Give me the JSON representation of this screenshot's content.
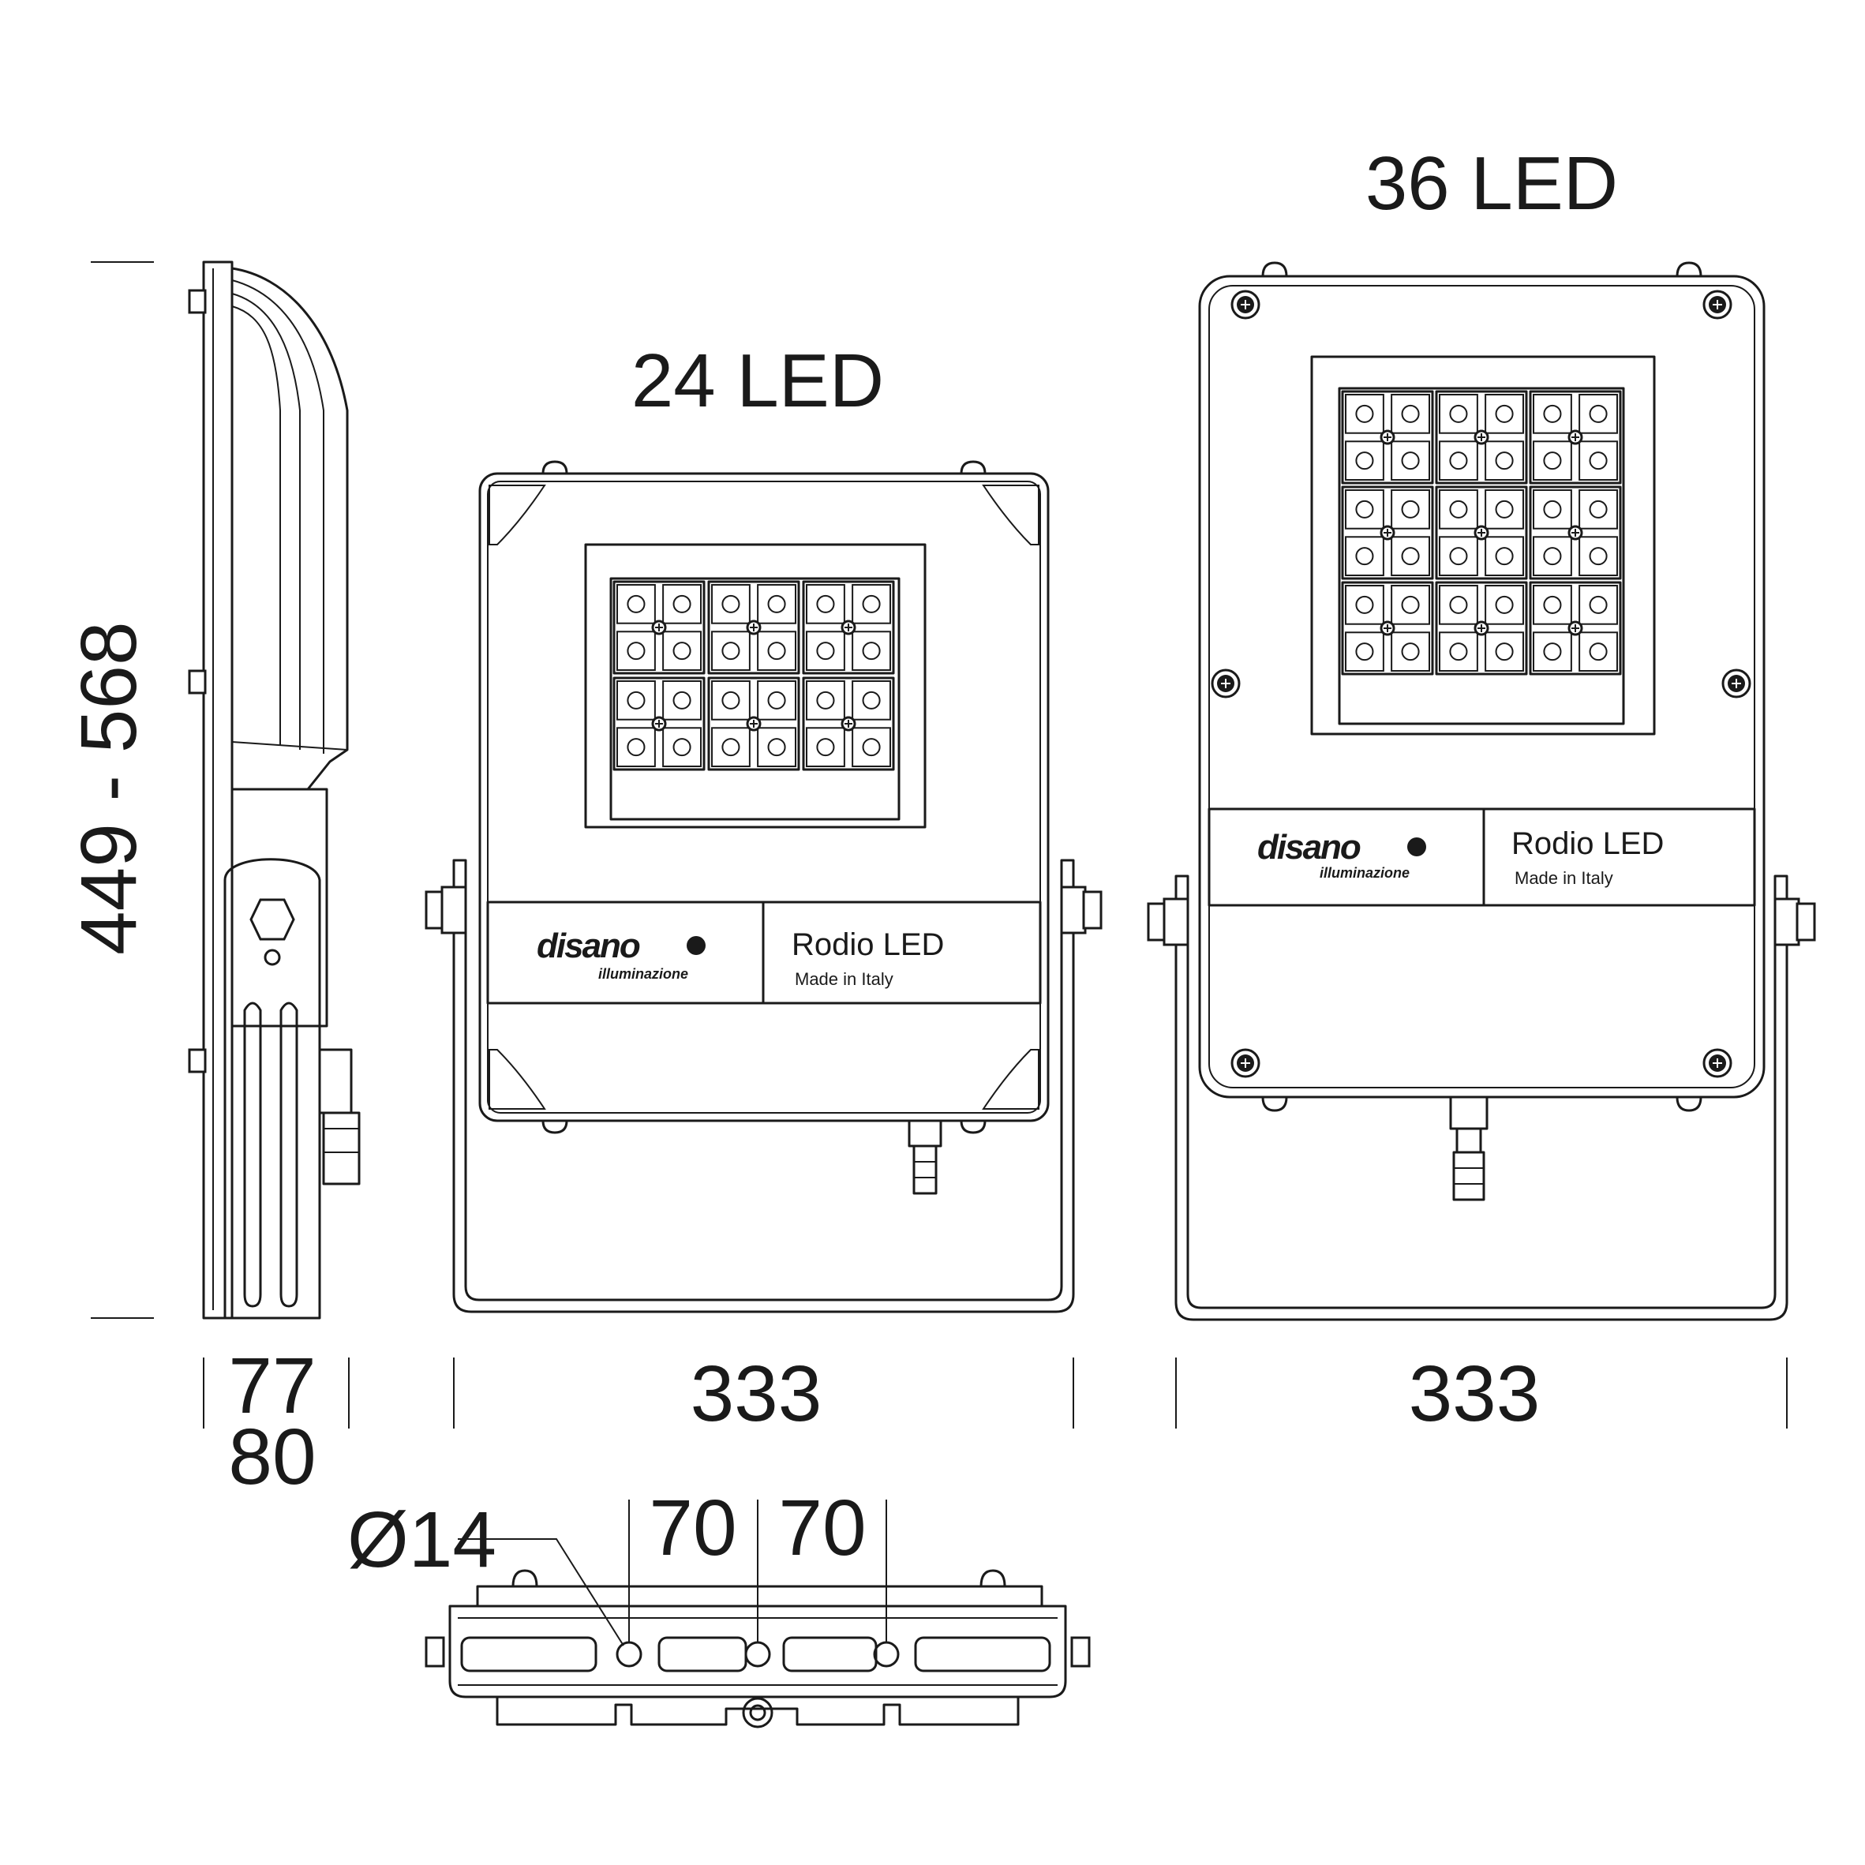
{
  "titles": {
    "led24": "24 LED",
    "led36": "36 LED"
  },
  "dimensions": {
    "height": "449 - 568",
    "depth_min": "77",
    "depth_max": "80",
    "width_24": "333",
    "width_36": "333",
    "hole_diameter": "Ø14",
    "hole_spacing_1": "70",
    "hole_spacing_2": "70"
  },
  "nameplate": {
    "brand": "disano",
    "brand_sub": "illuminazione",
    "product": "Rodio LED",
    "origin": "Made in Italy"
  },
  "led_modules": {
    "led24_grid": "3x2",
    "led36_grid": "3x3"
  },
  "colors": {
    "line": "#1a1a1a",
    "background": "#ffffff"
  }
}
